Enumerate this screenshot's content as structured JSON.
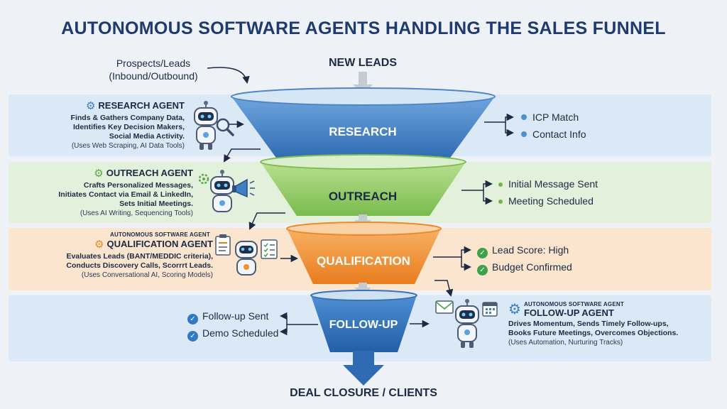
{
  "title": "AUTONOMOUS SOFTWARE AGENTS HANDLING THE SALES FUNNEL",
  "input": {
    "line1": "Prospects/Leads",
    "line2": "(Inbound/Outbound)"
  },
  "top_label": "NEW LEADS",
  "bottom_label": "DEAL CLOSURE / CLIENTS",
  "stages": {
    "research": "RESEARCH",
    "outreach": "OUTREACH",
    "qualification": "QUALIFICATION",
    "followup": "FOLLOW-UP"
  },
  "agents": {
    "research": {
      "name": "RESEARCH AGENT",
      "desc": [
        "Finds & Gathers Company Data,",
        "Identifies Key Decision Makers,",
        "Social Media Activity."
      ],
      "tools": "(Uses Web Scraping, AI Data Tools)"
    },
    "outreach": {
      "name": "OUTREACH AGENT",
      "desc": [
        "Crafts Personalized Messages,",
        "Initiates Contact via Email & LinkedIn,",
        "Sets Initial Meetings."
      ],
      "tools": "(Uses AI Writing, Sequencing Tools)"
    },
    "qualification": {
      "kicker": "AUTONOMOUS SOFTWARE AGENT",
      "name": "QUALIFICATION AGENT",
      "desc": [
        "Evaluates Leads (BANT/MEDDIC criteria),",
        "Conducts Discovery Calls, Scorrrt Leads."
      ],
      "tools": "(Uses Conversational AI, Scoring Models)"
    },
    "followup": {
      "kicker": "AUTONOMOUS SOFTWARE AGENT",
      "name": "FOLLOW-UP AGENT",
      "desc": [
        "Drives Momentum, Sends Timely Follow-ups,",
        "Books Future Meetings, Overcomes Objections."
      ],
      "tools": "(Uses Automation, Nurturing Tracks)"
    }
  },
  "outputs": {
    "research": [
      "ICP Match",
      "Contact Info"
    ],
    "outreach": [
      "Initial Message Sent",
      "Meeting Scheduled"
    ],
    "qualification": [
      "Lead Score: High",
      "Budget Confirmed"
    ],
    "followup": [
      "Follow-up Sent",
      "Demo Scheduled"
    ]
  },
  "colors": {
    "research": "#3f7fc4",
    "outreach": "#8cc862",
    "qualification": "#f0922e",
    "followup": "#2f6db6",
    "research_dot": "#4a8fd0",
    "outreach_dot": "#6fb64a",
    "check_green": "#3da34a",
    "check_blue": "#2f79c7",
    "gear_blue": "#3d7fc4",
    "gear_green": "#5da84a",
    "gear_orange": "#e88a2a"
  }
}
